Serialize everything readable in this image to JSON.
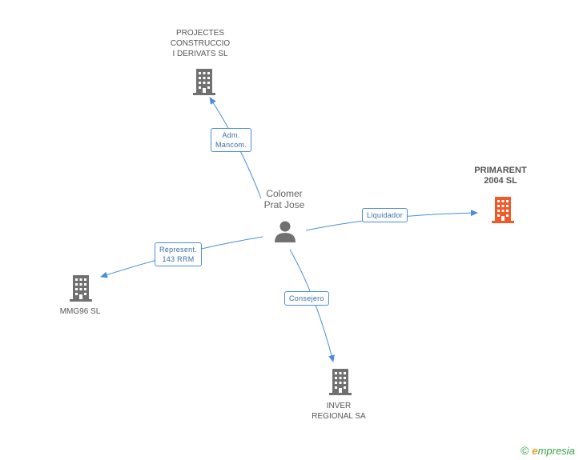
{
  "colors": {
    "edge": "#4a8ed8",
    "company_default": "#707070",
    "company_highlight": "#f05a28",
    "person": "#707070"
  },
  "nodes": {
    "person": {
      "label": "Colomer\nPrat Jose",
      "icon": "person-icon"
    },
    "projectes": {
      "label": "PROJECTES\nCONSTRUCCIO\nI DERIVATS SL",
      "icon": "building-icon"
    },
    "primarent": {
      "label": "PRIMARENT\n2004 SL",
      "icon": "building-icon"
    },
    "mmg96": {
      "label": "MMG96 SL",
      "icon": "building-icon"
    },
    "inver": {
      "label": "INVER\nREGIONAL SA",
      "icon": "building-icon"
    }
  },
  "edges": {
    "adm": "Adm.\nMancom.",
    "liquidador": "Liquidador",
    "represent": "Represent.\n143 RRM",
    "consejero": "Consejero"
  },
  "footer": {
    "copyright": "©",
    "brand_initial": "e",
    "brand_rest": "mpresia"
  }
}
